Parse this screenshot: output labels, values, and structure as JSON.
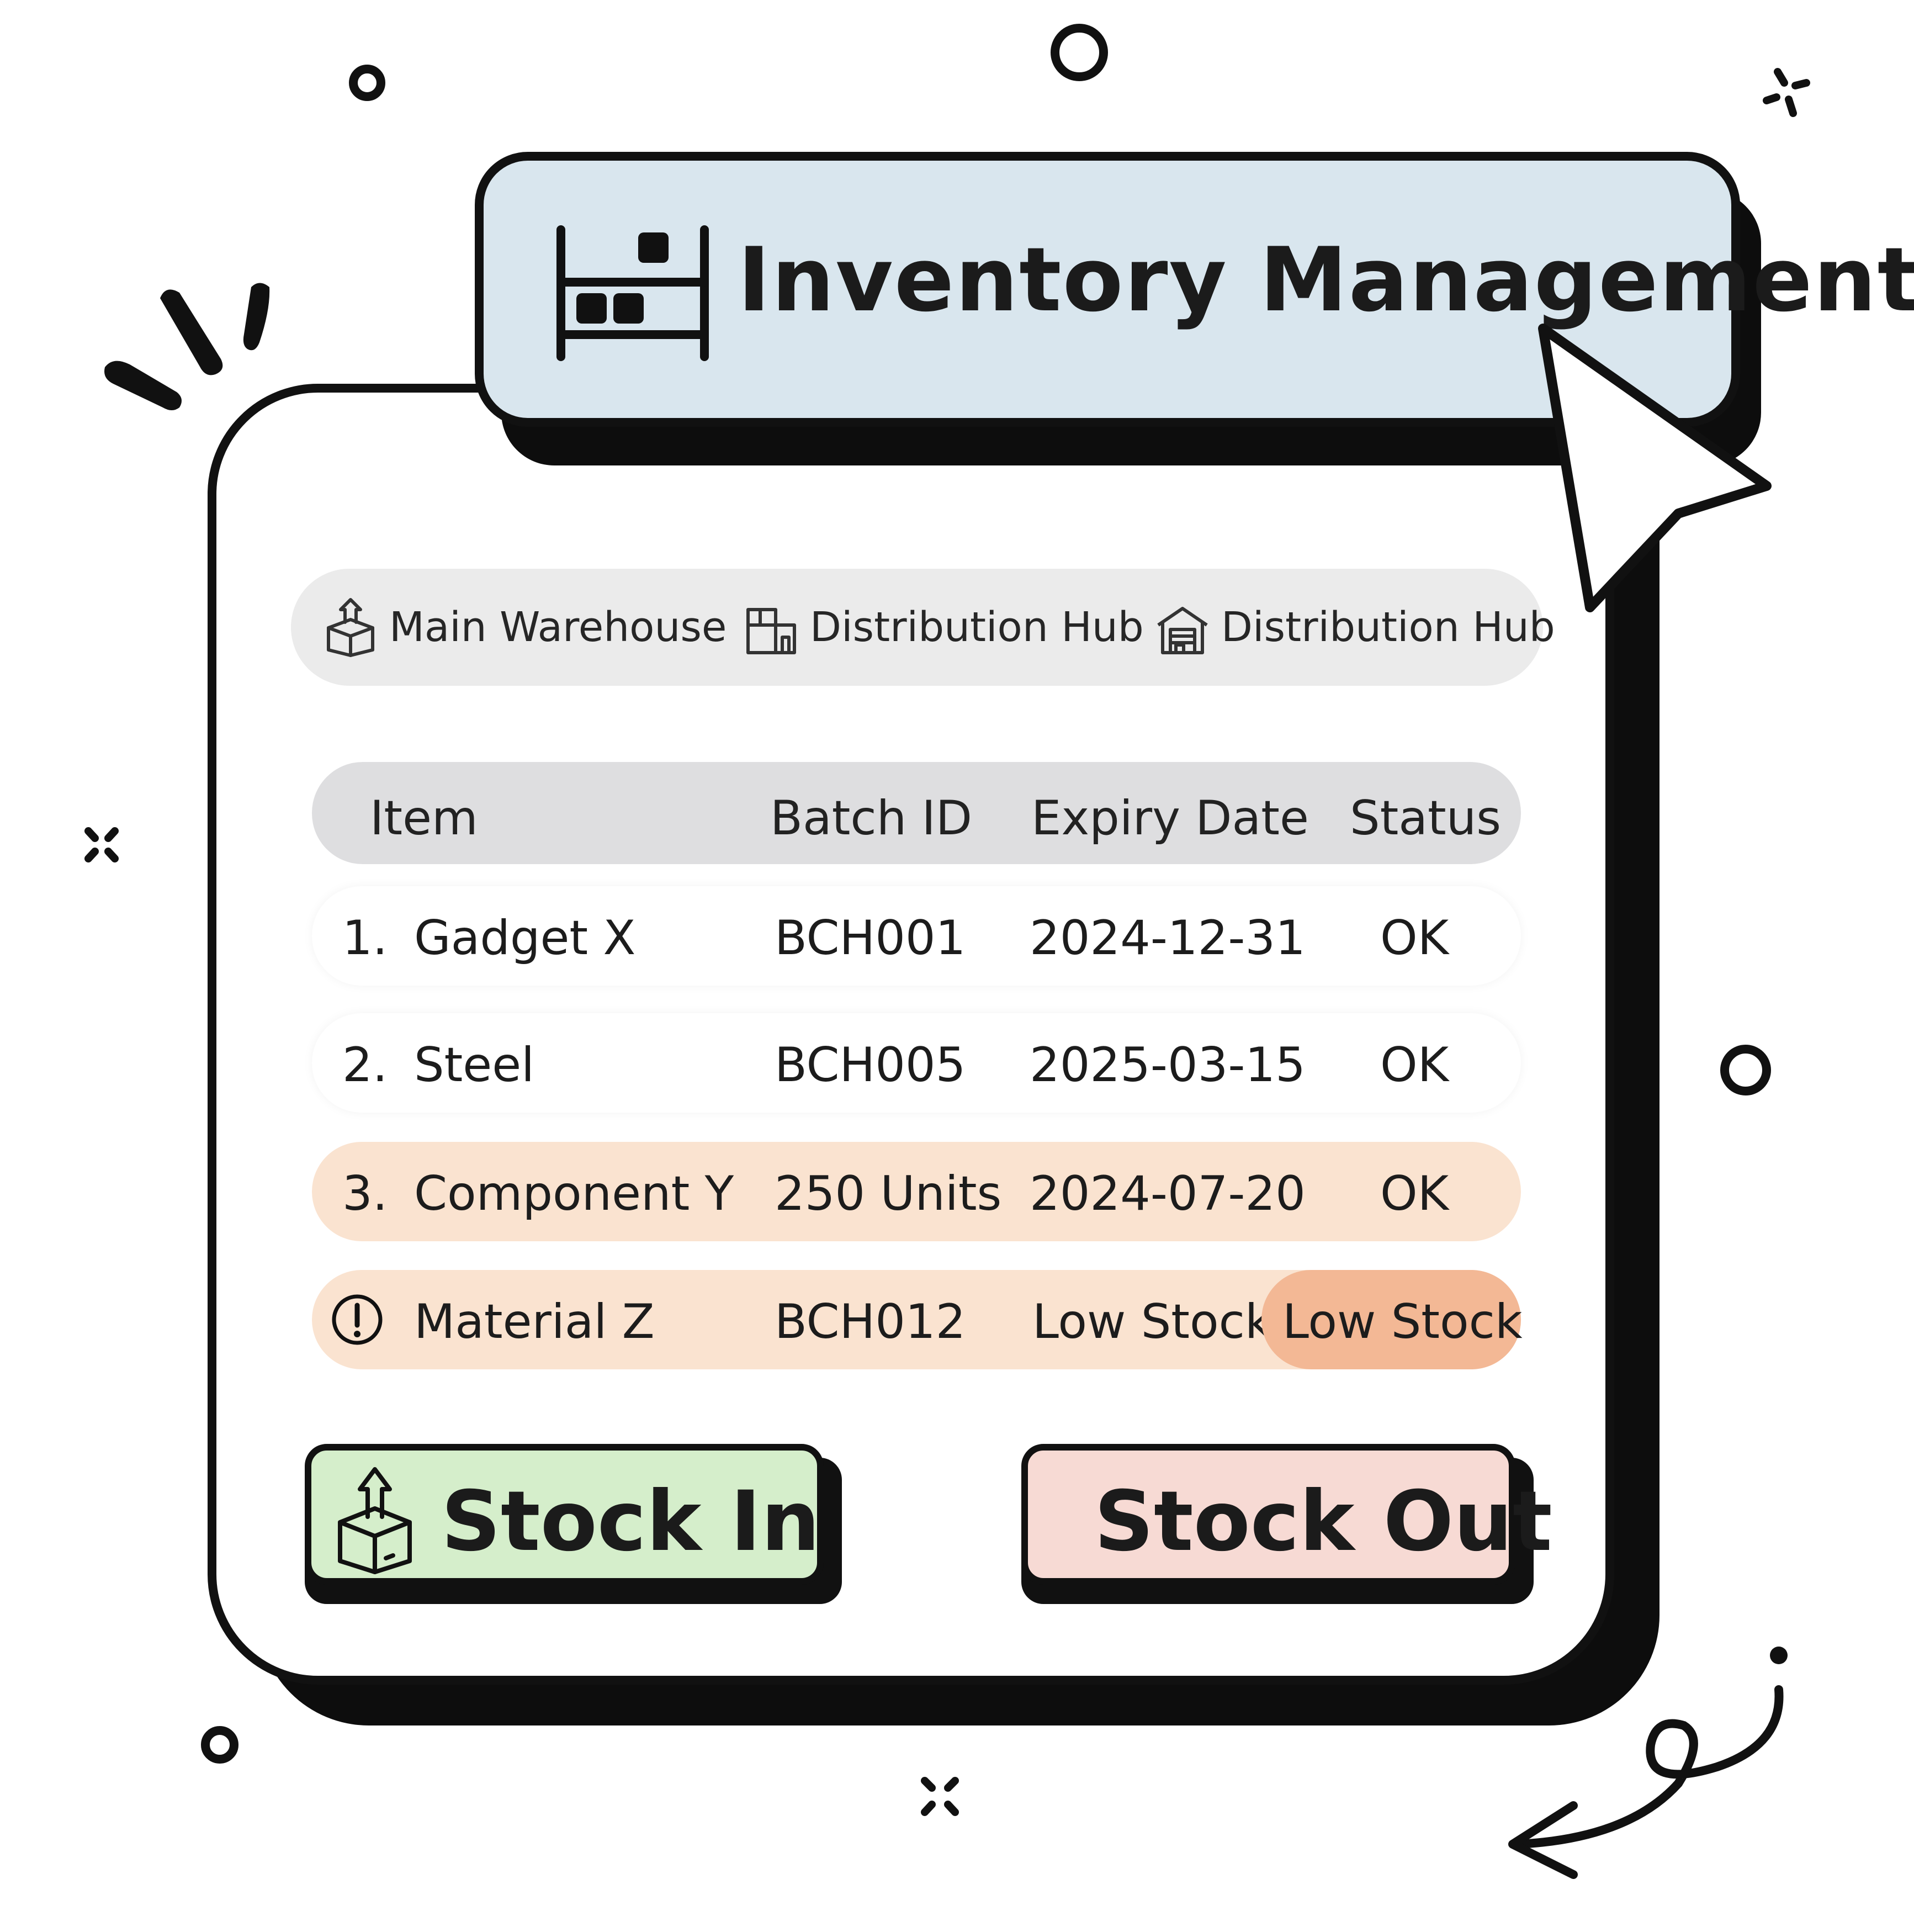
{
  "header": {
    "title": "Inventory Management",
    "icon": "warehouse-shelf-icon"
  },
  "locations": [
    {
      "label": "Main Warehouse",
      "icon": "box-upload-icon"
    },
    {
      "label": "Distribution Hub",
      "icon": "building-icon"
    },
    {
      "label": "Distribution Hub",
      "icon": "garage-icon"
    }
  ],
  "table": {
    "columns": [
      "Item",
      "Batch ID",
      "Expiry Date",
      "Status"
    ],
    "rows": [
      {
        "marker": "1.",
        "item": "Gadget X",
        "batch": "BCH001",
        "expiry": "2024-12-31",
        "status": "OK"
      },
      {
        "marker": "2.",
        "item": "Steel",
        "batch": "BCH005",
        "expiry": "2025-03-15",
        "status": "OK"
      },
      {
        "marker": "3.",
        "item": "Component Y",
        "batch": "250 Units",
        "expiry": "2024-07-20",
        "status": "OK"
      },
      {
        "marker": "alert-icon",
        "item": "Material Z",
        "batch": "BCH012",
        "expiry": "Low Stock",
        "status": "Low Stock"
      }
    ]
  },
  "actions": {
    "stock_in": "Stock In",
    "stock_out": "Stock Out"
  },
  "colors": {
    "title_bg": "#d9e6ee",
    "header_row_bg": "#dedee0",
    "warning_row_bg": "#fae3d0",
    "low_stock_badge": "#f3b895",
    "stock_in_bg": "#d5eecb",
    "stock_out_bg": "#f7dad4"
  }
}
